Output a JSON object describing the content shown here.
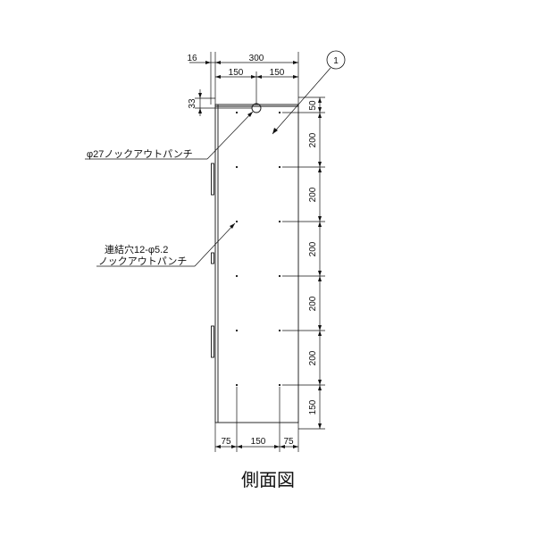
{
  "title": "側面図",
  "callouts": {
    "knockout_27": "φ27ノックアウトパンチ",
    "holes_line1": "連結穴12-φ5.2",
    "holes_line2": "ノックアウトパンチ",
    "balloon": "1"
  },
  "dimensions": {
    "top_overall": "300",
    "top_left_offset": "16",
    "top_half_left": "150",
    "top_half_right": "150",
    "left_33": "33",
    "right_segments": [
      "50",
      "200",
      "200",
      "200",
      "200",
      "200",
      "150"
    ],
    "bottom_segments": [
      "75",
      "150",
      "75"
    ]
  }
}
